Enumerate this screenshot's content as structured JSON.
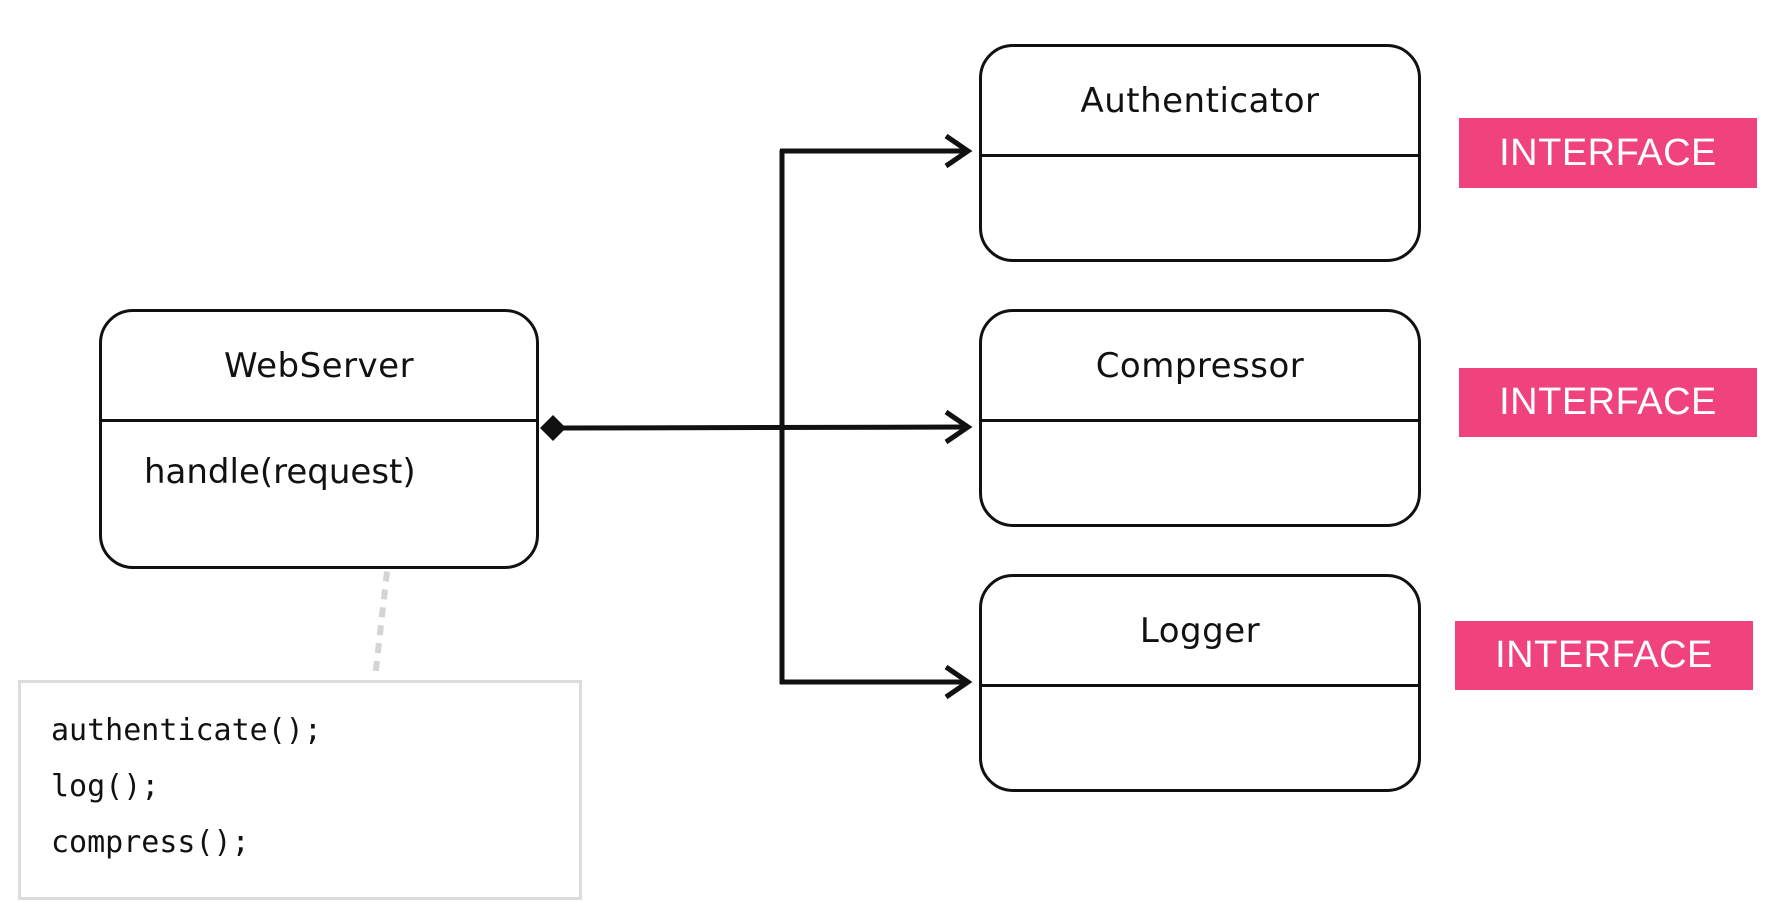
{
  "colors": {
    "interface_badge": "#f0437e",
    "stroke": "#111111",
    "note_border": "#dcdcdc",
    "note_connector": "#d4d4d4"
  },
  "webserver": {
    "name": "WebServer",
    "method": "handle(request)"
  },
  "interfaces": [
    {
      "name": "Authenticator",
      "badge": "INTERFACE"
    },
    {
      "name": "Compressor",
      "badge": "INTERFACE"
    },
    {
      "name": "Logger",
      "badge": "INTERFACE"
    }
  ],
  "note": {
    "lines": [
      "authenticate();",
      "log();",
      "compress();"
    ]
  }
}
